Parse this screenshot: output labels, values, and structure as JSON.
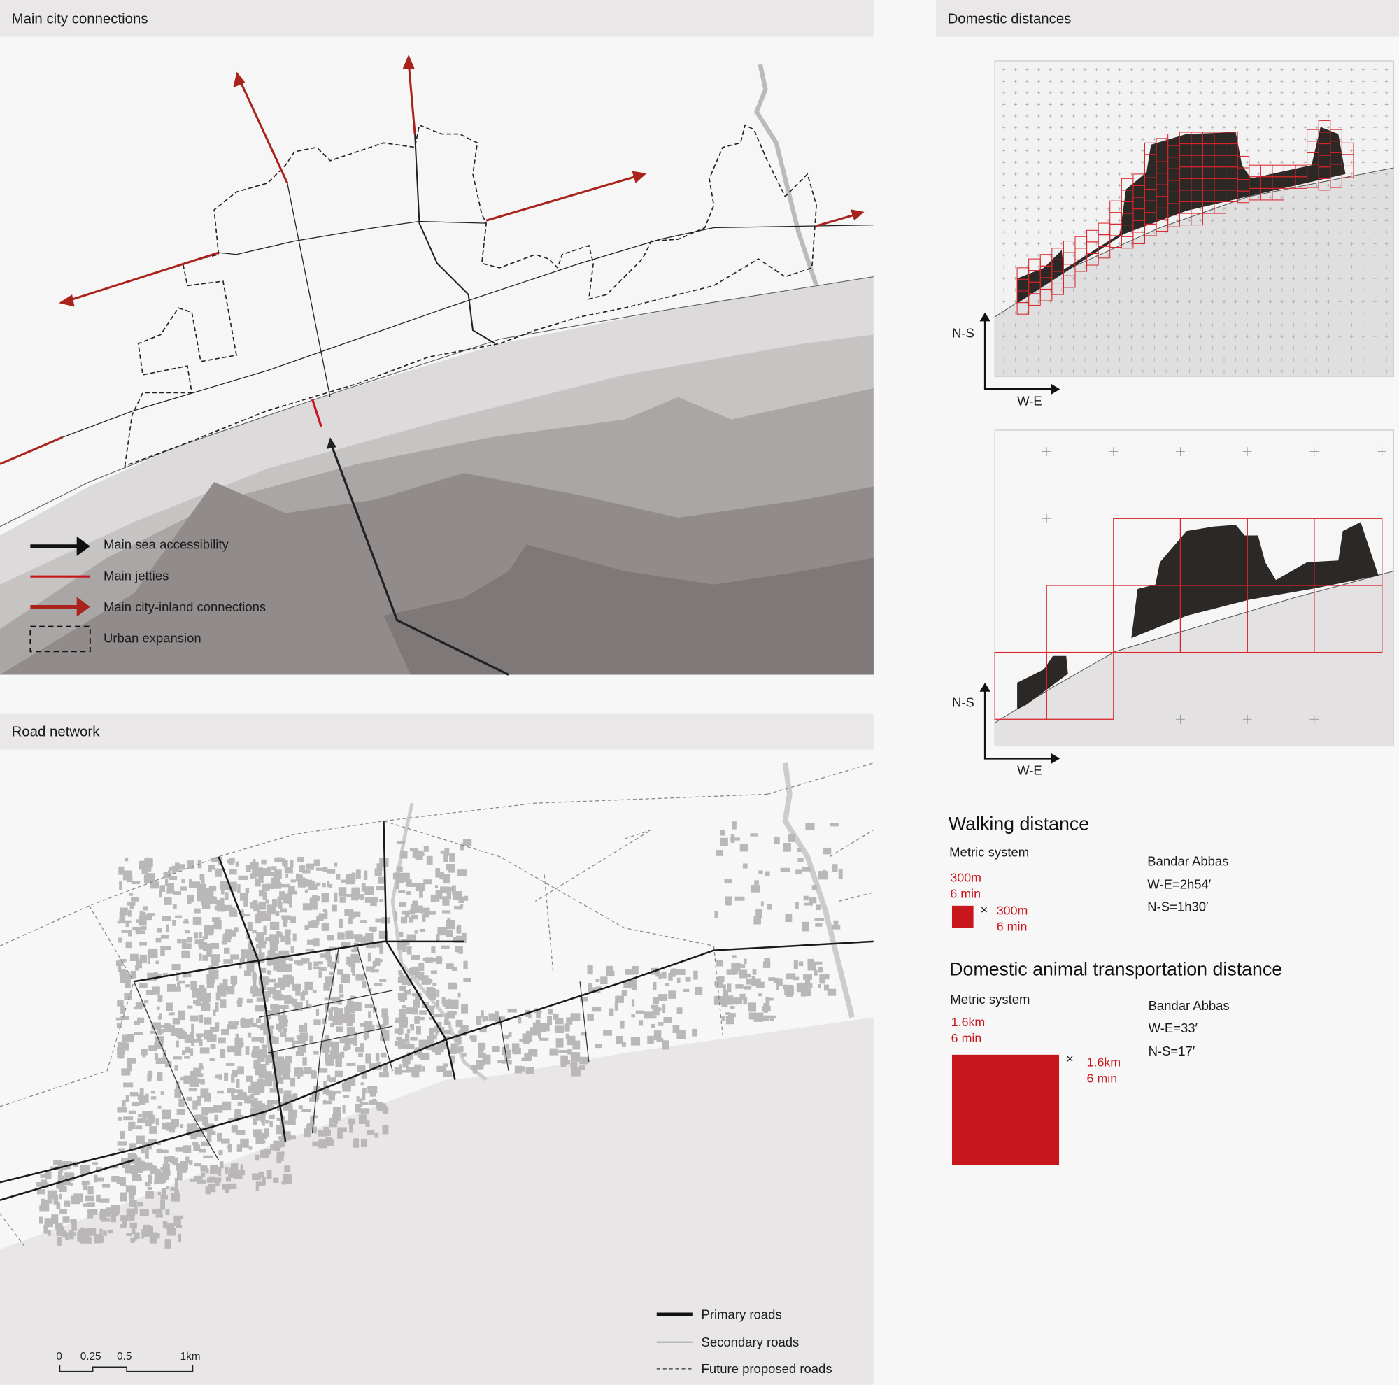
{
  "panels": {
    "connections": {
      "title": "Main city connections",
      "legend": [
        "Main sea accessibility",
        "Main jetties",
        "Main city-inland connections",
        "Urban expansion"
      ]
    },
    "roads": {
      "title": "Road network",
      "legend": [
        "Primary roads",
        "Secondary roads",
        "Future proposed roads"
      ],
      "scale": [
        "0",
        "0.25",
        "0.5",
        "1km"
      ]
    },
    "domestic": {
      "title": "Domestic distances",
      "axis_ns": "N-S",
      "axis_we": "W-E",
      "walking": {
        "title": "Walking distance",
        "system": "Metric system",
        "side_a": [
          "300m",
          "6 min"
        ],
        "times": "×",
        "side_b": [
          "300m",
          "6 min"
        ],
        "city": "Bandar Abbas",
        "we": "W-E=2h54′",
        "ns": "N-S=1h30′"
      },
      "animal": {
        "title": "Domestic animal transportation distance",
        "system": "Metric system",
        "side_a": [
          "1.6km",
          "6 min"
        ],
        "times": "×",
        "side_b": [
          "1.6km",
          "6 min"
        ],
        "city": "Bandar Abbas",
        "we": "W-E=33′",
        "ns": "N-S=17′"
      }
    }
  },
  "colors": {
    "accent_red": "#c8161d",
    "arrow_red": "#a8231c",
    "header_bg": "#e9e7e8"
  }
}
